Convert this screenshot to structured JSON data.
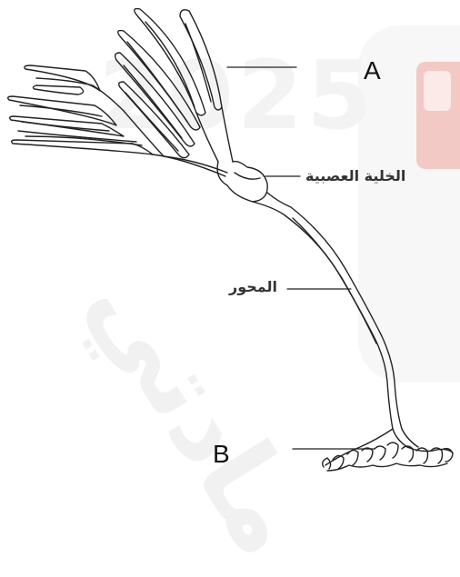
{
  "diagram": {
    "labels": {
      "A": "A",
      "B": "B",
      "cell_body": "الخلية العصبية",
      "axon": "المحور"
    }
  },
  "watermark": {
    "year": "2025",
    "text": "مادتي"
  }
}
